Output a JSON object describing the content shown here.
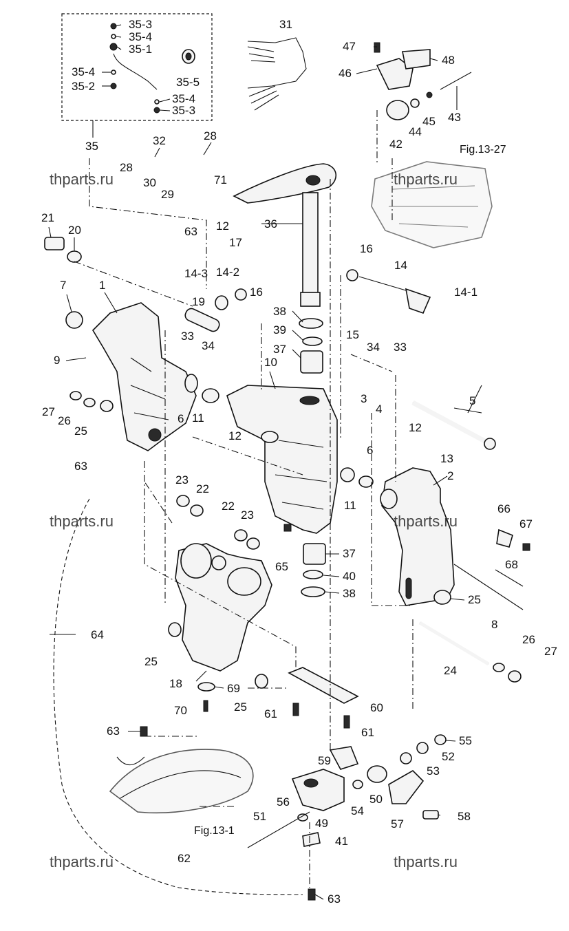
{
  "figure_refs": [
    "Fig.13-27",
    "Fig.13-1"
  ],
  "watermark": "thparts.ru",
  "callouts": [
    "35-3",
    "35-4",
    "35-1",
    "35-4",
    "35-2",
    "35-5",
    "35-4",
    "35-3",
    "35",
    "31",
    "47",
    "48",
    "46",
    "43",
    "42",
    "44",
    "45",
    "32",
    "28",
    "28",
    "30",
    "29",
    "71",
    "36",
    "21",
    "20",
    "63",
    "12",
    "17",
    "14-3",
    "14-2",
    "16",
    "16",
    "14",
    "14-1",
    "7",
    "1",
    "19",
    "38",
    "39",
    "37",
    "15",
    "34",
    "33",
    "33",
    "34",
    "9",
    "10",
    "27",
    "26",
    "25",
    "6",
    "11",
    "3",
    "4",
    "5",
    "12",
    "13",
    "12",
    "63",
    "23",
    "22",
    "22",
    "23",
    "6",
    "11",
    "2",
    "66",
    "67",
    "65",
    "37",
    "40",
    "38",
    "68",
    "25",
    "8",
    "64",
    "25",
    "26",
    "27",
    "24",
    "18",
    "69",
    "25",
    "70",
    "61",
    "60",
    "61",
    "63",
    "55",
    "52",
    "59",
    "53",
    "50",
    "54",
    "56",
    "49",
    "57",
    "58",
    "51",
    "41",
    "62",
    "63"
  ]
}
